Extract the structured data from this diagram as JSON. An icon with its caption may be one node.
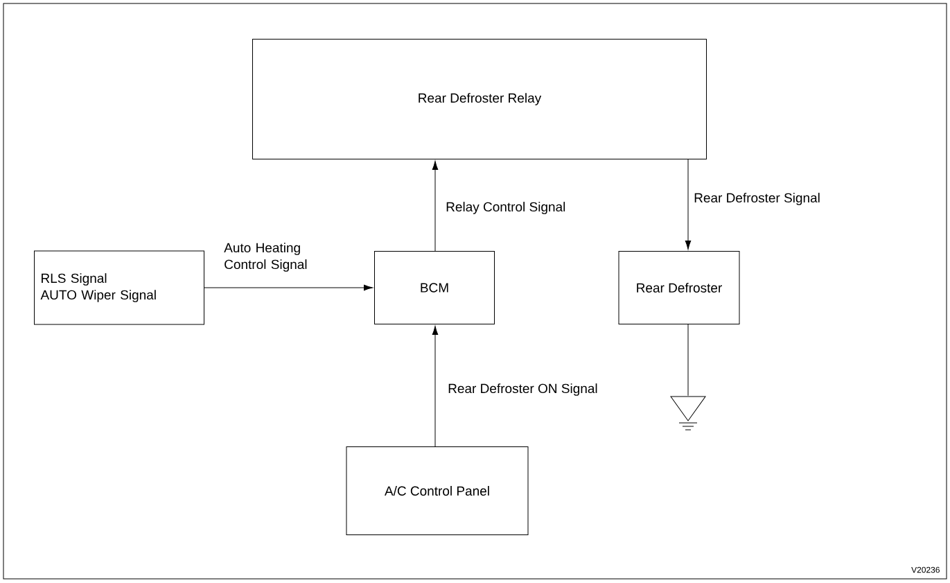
{
  "diagram": {
    "nodes": [
      {
        "text": [
          "Rear Defroster Relay"
        ]
      },
      {
        "text": [
          "BCM"
        ]
      },
      {
        "text": [
          "RLS Signal",
          "AUTO Wiper Signal"
        ]
      },
      {
        "text": [
          "Rear Defroster"
        ]
      },
      {
        "text": [
          "A/C Control Panel"
        ]
      },
      {
        "text": [],
        "shape": "ground"
      }
    ],
    "edges": [
      {
        "from": 1,
        "to": 0,
        "arrow": "to",
        "label": "Relay Control Signal"
      },
      {
        "from": 0,
        "to": 3,
        "arrow": "to",
        "label": "Rear Defroster Signal"
      },
      {
        "from": 2,
        "to": 1,
        "arrow": "to",
        "label": "Auto Heating Control Signal"
      },
      {
        "from": 4,
        "to": 1,
        "arrow": "to",
        "label": "Rear Defroster ON Signal"
      },
      {
        "from": 3,
        "to": 5,
        "arrow": "none"
      }
    ],
    "labels": [
      "V20236"
    ]
  }
}
